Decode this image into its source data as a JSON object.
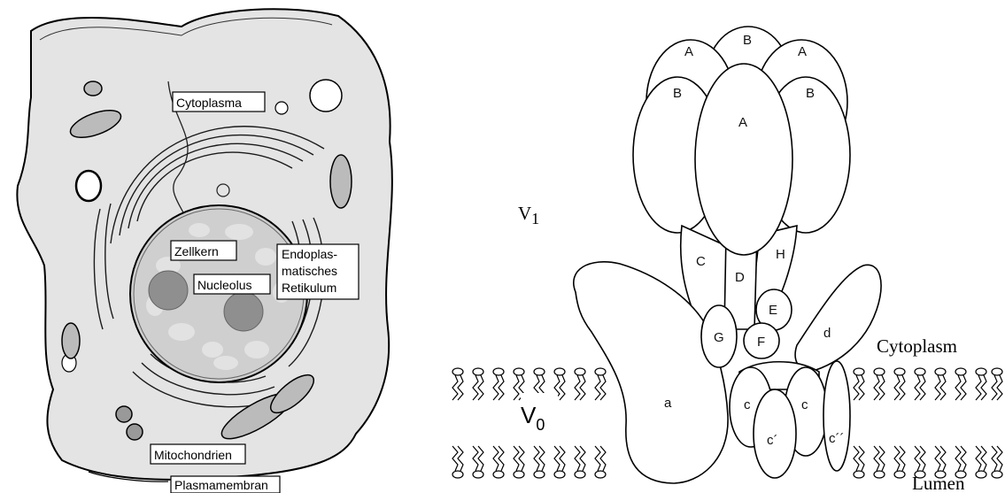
{
  "cell_diagram": {
    "labels": {
      "cytoplasma": "Cytoplasma",
      "zellkern": "Zellkern",
      "nucleolus": "Nucleolus",
      "er_line1": "Endoplas-",
      "er_line2": "matisches",
      "er_line3": "Retikulum",
      "mitochondrien": "Mitochondrien",
      "plasmamembran": "Plasmamembran"
    }
  },
  "atpase_diagram": {
    "v1_main": "V",
    "v1_sub": "1",
    "v0_main": "V",
    "v0_sub": "0",
    "cytoplasm": "Cytoplasm",
    "lumen": "Lumen",
    "subunits": {
      "A_top_left": "A",
      "B_top": "B",
      "A_top_right": "A",
      "B_left": "B",
      "A_center": "A",
      "B_right": "B",
      "C": "C",
      "D": "D",
      "H": "H",
      "E": "E",
      "G": "G",
      "F": "F",
      "d": "d",
      "a": "a",
      "c_left": "c",
      "c_right": "c",
      "c_prime": "c´",
      "c_double_prime": "c´´"
    }
  },
  "colors": {
    "cell_fill": "#e4e4e4",
    "nucleus_fill": "#cfcfcf",
    "nucleolus_fill": "#8f8f8f",
    "line": "#000000"
  }
}
